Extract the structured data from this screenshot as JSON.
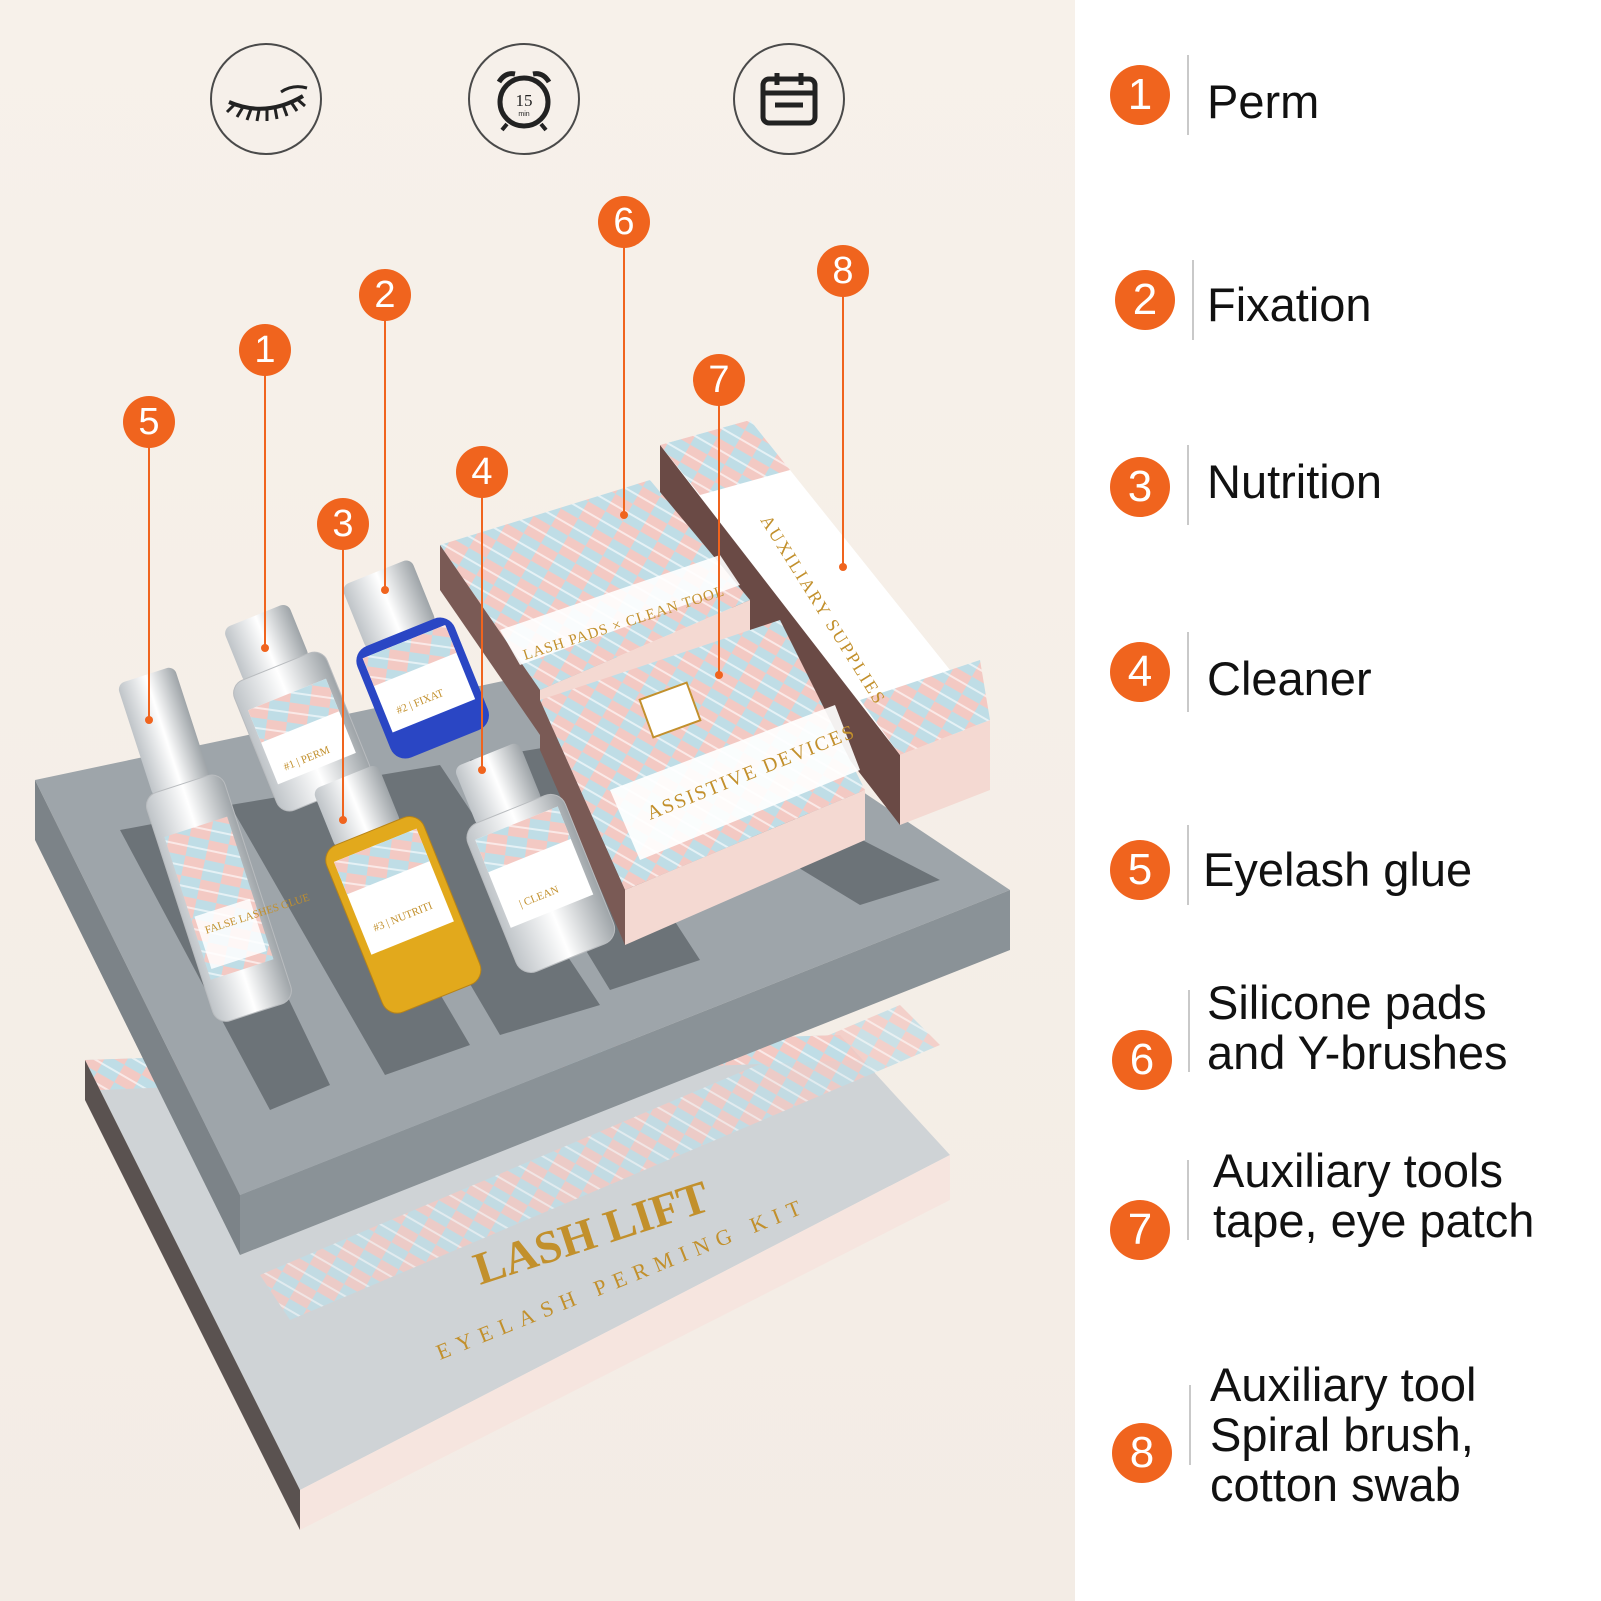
{
  "colors": {
    "accent": "#f0641e",
    "background": "#f4ede6",
    "legend_bg": "#ffffff"
  },
  "feature_icons": [
    {
      "name": "eyelash-icon"
    },
    {
      "name": "alarm-clock-icon",
      "label": "15",
      "sublabel": "min"
    },
    {
      "name": "calendar-icon"
    }
  ],
  "callouts": [
    "1",
    "2",
    "3",
    "4",
    "5",
    "6",
    "7",
    "8"
  ],
  "product": {
    "brand_title": "LASH LIFT",
    "brand_subtitle": "EYELASH PERMING KIT",
    "box_pads": "LASH PADS × CLEAN TOOL",
    "box_devices": "ASSISTIVE DEVICES",
    "box_supplies": "AUXILIARY SUPPLIES",
    "bottle_glue": "FALSE LASHES GLUE",
    "bottle_perm": "#1 | PERM",
    "bottle_fix": "#2 | FIXAT",
    "bottle_nutri": "#3 | NUTRITI",
    "bottle_clean": "| CLEAN"
  },
  "legend": [
    {
      "num": "1",
      "text": "Perm"
    },
    {
      "num": "2",
      "text": "Fixation"
    },
    {
      "num": "3",
      "text": "Nutrition"
    },
    {
      "num": "4",
      "text": "Cleaner"
    },
    {
      "num": "5",
      "text": "Eyelash glue"
    },
    {
      "num": "6",
      "text": "Silicone pads\nand Y-brushes"
    },
    {
      "num": "7",
      "text": "Auxiliary tools\ntape, eye patch"
    },
    {
      "num": "8",
      "text": "Auxiliary tool\nSpiral brush,\ncotton swab"
    }
  ]
}
